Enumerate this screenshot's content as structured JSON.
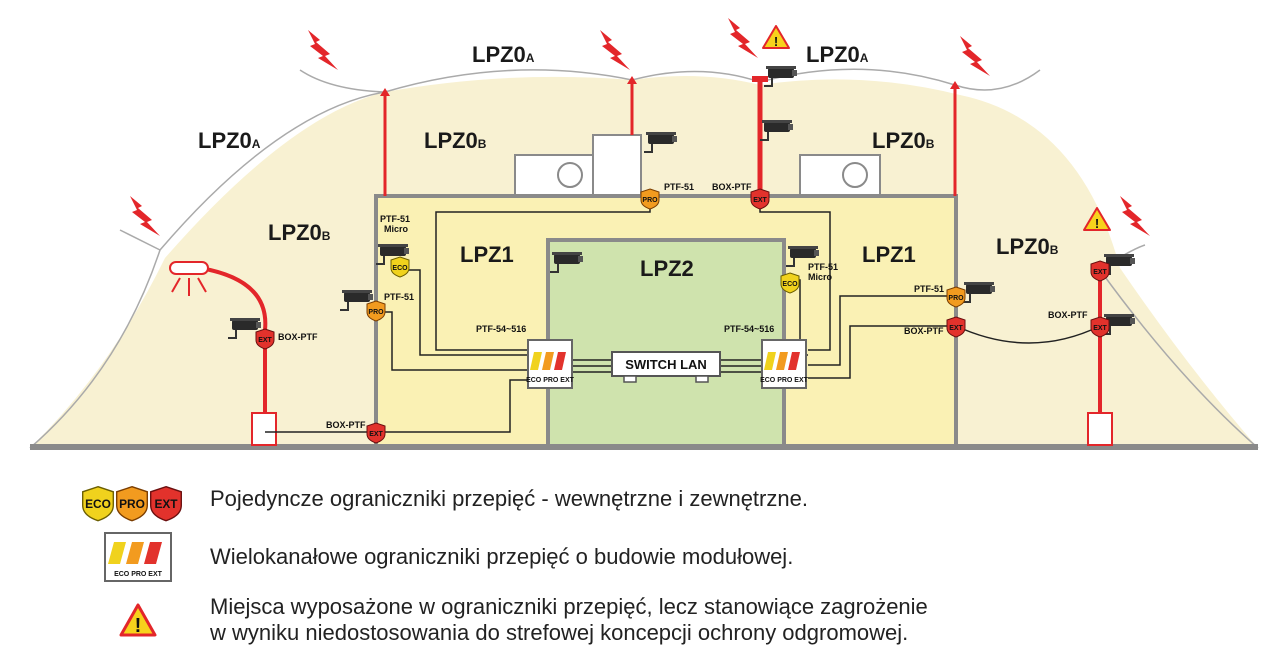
{
  "zones": {
    "lpz0a_top_left": "LPZ0",
    "lpz0a_top_right": "LPZ0",
    "lpz0a_left": "LPZ0",
    "lpz0b_left_top": "LPZ0",
    "lpz0b_right_top": "LPZ0",
    "lpz0b_left": "LPZ0",
    "lpz0b_right": "LPZ0",
    "sub_a": "A",
    "sub_b": "B",
    "lpz1_left": "LPZ1",
    "lpz1_right": "LPZ1",
    "lpz2": "LPZ2"
  },
  "labels": {
    "ptf51_micro_left_1": "PTF-51",
    "ptf51_micro_left_2": "Micro",
    "ptf51_left": "PTF-51",
    "ptf51_top": "PTF-51",
    "box_ptf_top": "BOX-PTF",
    "ptf51_micro_right_1": "PTF-51",
    "ptf51_micro_right_2": "Micro",
    "ptf51_right": "PTF-51",
    "box_ptf_right": "BOX-PTF",
    "box_ptf_far_right": "BOX-PTF",
    "box_ptf_left_lamp": "BOX-PTF",
    "box_ptf_bottom": "BOX-PTF",
    "ptf54_left": "PTF-54~516",
    "ptf54_right": "PTF-54~516",
    "switch": "SWITCH LAN",
    "module_caption": "ECO PRO EXT"
  },
  "shields": {
    "eco": "ECO",
    "pro": "PRO",
    "ext": "EXT"
  },
  "legend": {
    "row1": "Pojedyncze ograniczniki przepięć - wewnętrzne i zewnętrzne.",
    "row2": "Wielokanałowe ograniczniki przepięć o budowie modułowej.",
    "row3_line1": "Miejsca wyposażone w ograniczniki przepięć, lecz stanowiące zagrożenie",
    "row3_line2": "w wyniku niedostosowania do strefowej koncepcji ochrony odgromowej.",
    "module_caption": "ECO PRO EXT"
  },
  "colors": {
    "lpz0b_fill": "#f8f1d2",
    "lpz1_fill": "#faf1b4",
    "lpz2_fill": "#cfe3ad",
    "wall": "#8a8a8a",
    "mast": "#e3262a",
    "eco": "#f0d21d",
    "pro": "#f29b1f",
    "ext": "#e2322c"
  }
}
